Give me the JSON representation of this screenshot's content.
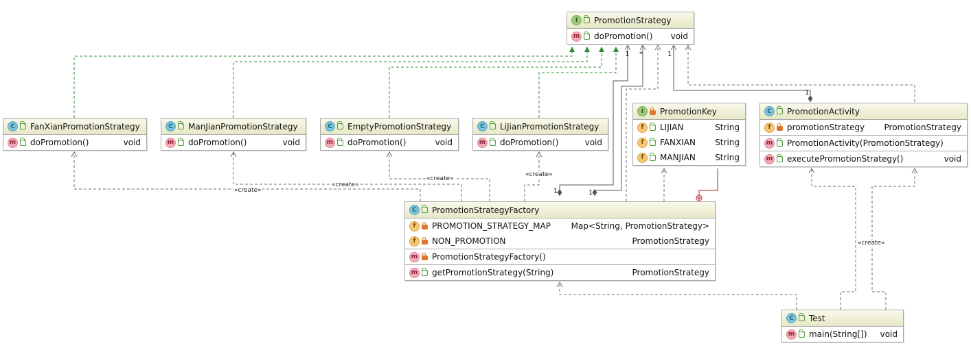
{
  "classes": {
    "promotion_strategy": {
      "name": "PromotionStrategy",
      "kind": "interface",
      "methods": [
        {
          "name": "doPromotion()",
          "type": "void"
        }
      ]
    },
    "fanxian": {
      "name": "FanXianPromotionStrategy",
      "kind": "class",
      "methods": [
        {
          "name": "doPromotion()",
          "type": "void"
        }
      ]
    },
    "manjian": {
      "name": "ManJianPromotionStrategy",
      "kind": "class",
      "methods": [
        {
          "name": "doPromotion()",
          "type": "void"
        }
      ]
    },
    "empty": {
      "name": "EmptyPromotionStrategy",
      "kind": "class",
      "methods": [
        {
          "name": "doPromotion()",
          "type": "void"
        }
      ]
    },
    "lijian": {
      "name": "LiJianPromotionStrategy",
      "kind": "class",
      "methods": [
        {
          "name": "doPromotion()",
          "type": "void"
        }
      ]
    },
    "promotion_key": {
      "name": "PromotionKey",
      "kind": "interface",
      "fields": [
        {
          "name": "LIJIAN",
          "type": "String"
        },
        {
          "name": "FANXIAN",
          "type": "String"
        },
        {
          "name": "MANJIAN",
          "type": "String"
        }
      ]
    },
    "promotion_activity": {
      "name": "PromotionActivity",
      "kind": "class",
      "fields": [
        {
          "name": "promotionStrategy",
          "type": "PromotionStrategy"
        }
      ],
      "constructors": [
        {
          "name": "PromotionActivity(PromotionStrategy)",
          "type": ""
        }
      ],
      "methods": [
        {
          "name": "executePromotionStrategy()",
          "type": "void"
        }
      ]
    },
    "factory": {
      "name": "PromotionStrategyFactory",
      "kind": "class",
      "fields": [
        {
          "name": "PROMOTION_STRATEGY_MAP",
          "type": "Map<String, PromotionStrategy>"
        },
        {
          "name": "NON_PROMOTION",
          "type": "PromotionStrategy"
        }
      ],
      "constructors": [
        {
          "name": "PromotionStrategyFactory()",
          "type": ""
        }
      ],
      "methods": [
        {
          "name": "getPromotionStrategy(String)",
          "type": "PromotionStrategy"
        }
      ]
    },
    "test": {
      "name": "Test",
      "kind": "class",
      "methods": [
        {
          "name": "main(String[])",
          "type": "void"
        }
      ]
    }
  },
  "badges": {
    "class": "C",
    "interface": "I",
    "method": "m",
    "field": "f"
  },
  "multiplicities": {
    "one": "1",
    "many": "*"
  },
  "stereotypes": {
    "create": "«create»"
  },
  "colors": {
    "realization": "#2e8b2e",
    "dependency": "#6e6e6e",
    "inner": "#b0202a"
  }
}
